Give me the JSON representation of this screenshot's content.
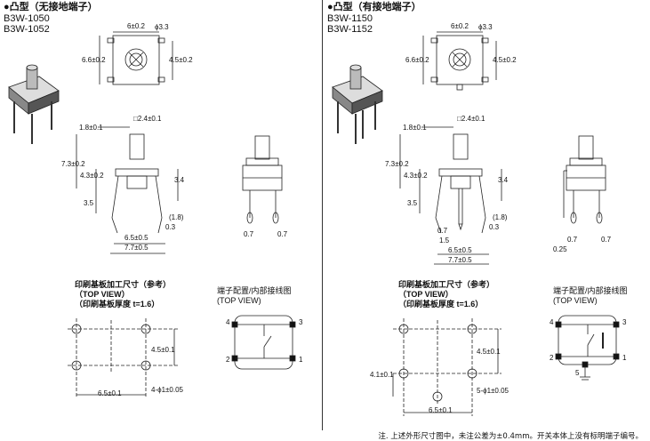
{
  "left": {
    "title": "●凸型（无接地端子）",
    "models": [
      "B3W-1050",
      "B3W-1052"
    ],
    "top_dims": {
      "w": "6±0.2",
      "h": "6.6±0.2",
      "hole": "ϕ3.3",
      "side": "4.5±0.2"
    },
    "front_dims": {
      "key": "□2.4±0.1",
      "a": "1.8±0.1",
      "b": "7.3±0.2",
      "c": "4.3±0.2",
      "d": "3.5",
      "e": "3.4",
      "f": "(1.8)",
      "g": "0.3",
      "h": "6.5±0.5",
      "i": "7.7±0.5"
    },
    "side_dims": {
      "a": "0.7",
      "b": "0.7"
    },
    "pcb": {
      "title": "印刷基板加工尺寸（参考）",
      "sub": "（TOP VIEW）",
      "thick": "（印刷基板厚度 t=1.6）",
      "v": "4.5±0.1",
      "h": "6.5±0.1",
      "holes": "4-ϕ1±0.05"
    },
    "terminal": {
      "title": "端子配置/内部接线图",
      "sub": "(TOP VIEW)",
      "pins": [
        "4",
        "3",
        "2",
        "1"
      ]
    }
  },
  "right": {
    "title": "●凸型（有接地端子）",
    "models": [
      "B3W-1150",
      "B3W-1152"
    ],
    "top_dims": {
      "w": "6±0.2",
      "h": "6.6±0.2",
      "hole": "ϕ3.3",
      "side": "4.5±0.2"
    },
    "front_dims": {
      "key": "□2.4±0.1",
      "a": "1.8±0.1",
      "b": "7.3±0.2",
      "c": "4.3±0.2",
      "d": "3.5",
      "e": "3.4",
      "f": "(1.8)",
      "g": "0.3",
      "j": "0.7",
      "k": "1.5",
      "h": "6.5±0.5",
      "i": "7.7±0.5"
    },
    "side_dims": {
      "a": "0.7",
      "b": "0.7",
      "c": "0.25"
    },
    "pcb": {
      "title": "印刷基板加工尺寸（参考）",
      "sub": "（TOP VIEW）",
      "thick": "（印刷基板厚度 t=1.6）",
      "v": "4.5±0.1",
      "v2": "4.1±0.1",
      "h": "6.5±0.1",
      "holes": "5-ϕ1±0.05"
    },
    "terminal": {
      "title": "端子配置/内部接线图",
      "sub": "(TOP VIEW)",
      "pins": [
        "4",
        "3",
        "2",
        "1",
        "5"
      ]
    }
  },
  "note": "注. 上述外形尺寸图中，未注公差为±0.4mm。开关本体上没有标明端子编号。"
}
